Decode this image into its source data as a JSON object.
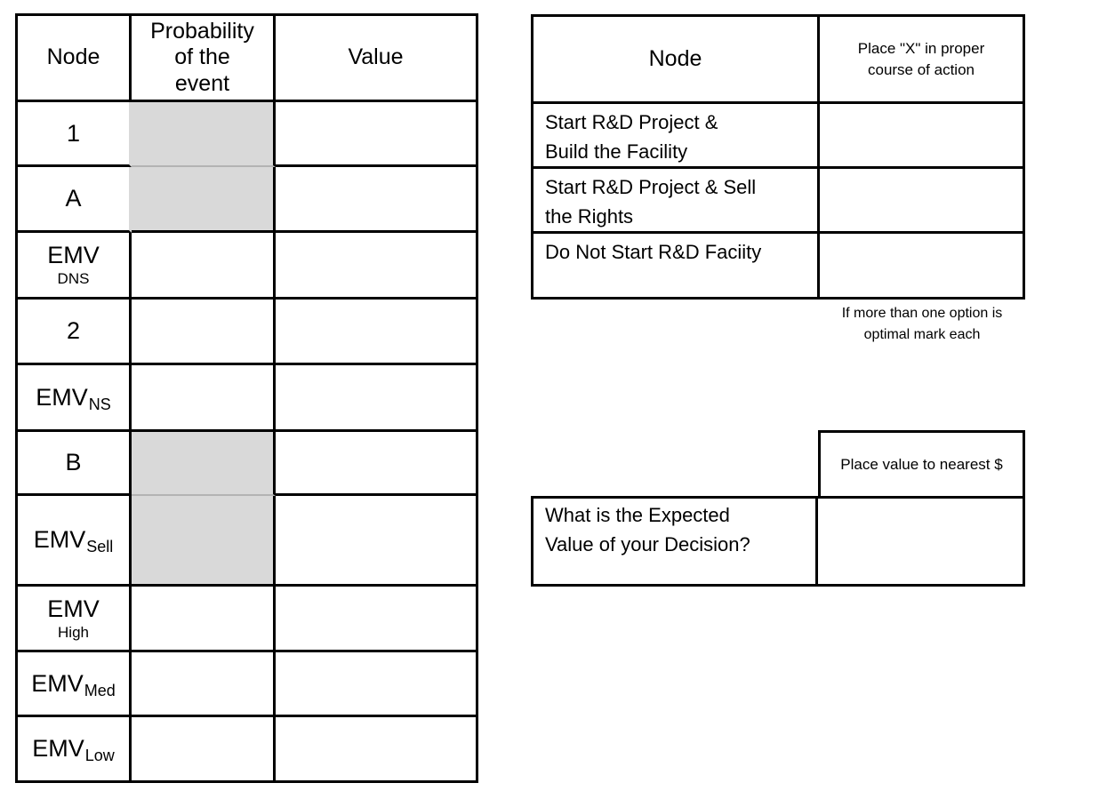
{
  "colors": {
    "grid_line": "#000000",
    "shaded_cell": "#d9d9d9",
    "shaded_divider": "#b3b3b3",
    "background": "#ffffff"
  },
  "left_table": {
    "headers": {
      "node": "Node",
      "probability": "Probability of the event",
      "value": "Value"
    },
    "rows": [
      {
        "id": "1",
        "main": "1",
        "sub": "",
        "probability": "",
        "value": "",
        "shaded": true
      },
      {
        "id": "A",
        "main": "A",
        "sub": "",
        "probability": "",
        "value": "",
        "shaded": true
      },
      {
        "id": "EMV_DNS",
        "main": "EMV",
        "sub": "DNS",
        "probability": "",
        "value": "",
        "shaded": false
      },
      {
        "id": "2",
        "main": "2",
        "sub": "",
        "probability": "",
        "value": "",
        "shaded": false
      },
      {
        "id": "EMV_NS",
        "main": "EMV",
        "sub": "NS",
        "probability": "",
        "value": "",
        "shaded": false
      },
      {
        "id": "B",
        "main": "B",
        "sub": "",
        "probability": "",
        "value": "",
        "shaded": true
      },
      {
        "id": "EMV_Sell",
        "main": "EMV",
        "sub": "Sell",
        "probability": "",
        "value": "",
        "shaded": true
      },
      {
        "id": "EMV_High",
        "main": "EMV",
        "sub": "High",
        "probability": "",
        "value": "",
        "shaded": false
      },
      {
        "id": "EMV_Med",
        "main": "EMV",
        "sub": "Med",
        "probability": "",
        "value": "",
        "shaded": false
      },
      {
        "id": "EMV_Low",
        "main": "EMV",
        "sub": "Low",
        "probability": "",
        "value": "",
        "shaded": false
      }
    ]
  },
  "decision_table": {
    "headers": {
      "node": "Node",
      "action": "Place \"X\" in proper course of action"
    },
    "rows": [
      {
        "label": "Start R&D Project & Build the Facility",
        "mark": ""
      },
      {
        "label": "Start R&D Project & Sell the Rights",
        "mark": ""
      },
      {
        "label": "Do Not Start R&D Faciity",
        "mark": ""
      }
    ],
    "footnote": "If more than one option is optimal mark each"
  },
  "expected_value_table": {
    "header": "Place value to nearest $",
    "question": "What is the Expected Value of your Decision?",
    "value": ""
  }
}
